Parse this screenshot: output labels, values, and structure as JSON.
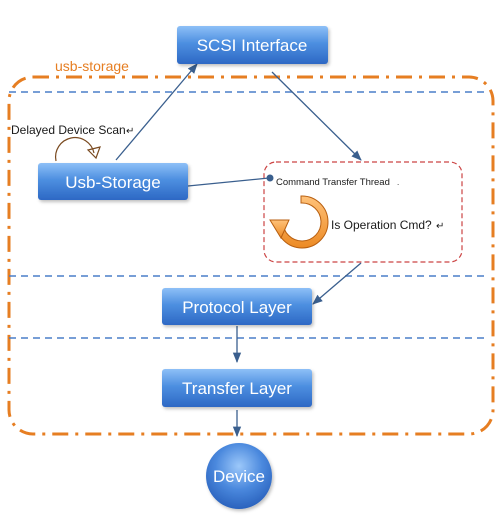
{
  "title": "SCSI Interface",
  "group": {
    "label": "usb-storage"
  },
  "nodes": {
    "scsi_interface": "SCSI Interface",
    "usb_storage": "Usb-Storage",
    "protocol_layer": "Protocol Layer",
    "transfer_layer": "Transfer Layer",
    "device": "Device"
  },
  "annotations": {
    "delayed_device_scan": "Delayed Device Scan",
    "command_transfer_thread": "Command Transfer Thread",
    "is_operation_cmd": "Is Operation Cmd?"
  },
  "colors": {
    "box_fill": "#4a88dd",
    "box_fill_light": "#7ab0f0",
    "box_fill_dark": "#2f6ac6",
    "group_border": "#e67e22",
    "group_label": "#e67e22",
    "layer_divider": "#4a7fc8",
    "thread_border": "#cc4444",
    "loop_icon": "#f0902a",
    "connector": "#3a5f8e",
    "text": "#1a1a1a"
  }
}
